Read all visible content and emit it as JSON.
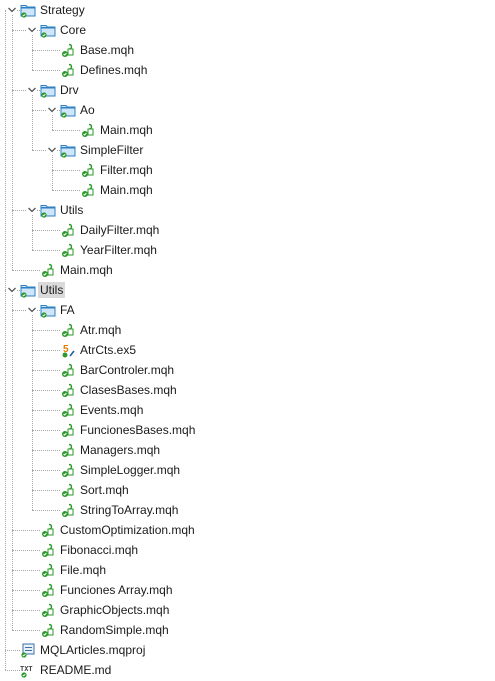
{
  "rows": [
    {
      "label": "Strategy",
      "type": "folder",
      "depth": 0,
      "expanded": true,
      "icon_name": "folder-icon"
    },
    {
      "label": "Core",
      "type": "folder",
      "depth": 1,
      "expanded": true,
      "icon_name": "folder-icon"
    },
    {
      "label": "Base.mqh",
      "type": "file",
      "depth": 2,
      "icon_name": "mqh-file-icon"
    },
    {
      "label": "Defines.mqh",
      "type": "file",
      "depth": 2,
      "icon_name": "mqh-file-icon"
    },
    {
      "label": "Drv",
      "type": "folder",
      "depth": 1,
      "expanded": true,
      "icon_name": "folder-icon"
    },
    {
      "label": "Ao",
      "type": "folder",
      "depth": 2,
      "expanded": true,
      "icon_name": "folder-icon"
    },
    {
      "label": "Main.mqh",
      "type": "file",
      "depth": 3,
      "icon_name": "mqh-file-icon"
    },
    {
      "label": "SimpleFilter",
      "type": "folder",
      "depth": 2,
      "expanded": true,
      "icon_name": "folder-icon"
    },
    {
      "label": "Filter.mqh",
      "type": "file",
      "depth": 3,
      "icon_name": "mqh-file-icon"
    },
    {
      "label": "Main.mqh",
      "type": "file",
      "depth": 3,
      "icon_name": "mqh-file-icon"
    },
    {
      "label": "Utils",
      "type": "folder",
      "depth": 1,
      "expanded": true,
      "icon_name": "folder-icon"
    },
    {
      "label": "DailyFilter.mqh",
      "type": "file",
      "depth": 2,
      "icon_name": "mqh-file-icon"
    },
    {
      "label": "YearFilter.mqh",
      "type": "file",
      "depth": 2,
      "icon_name": "mqh-file-icon"
    },
    {
      "label": "Main.mqh",
      "type": "file",
      "depth": 1,
      "icon_name": "mqh-file-icon"
    },
    {
      "label": "Utils",
      "type": "folder",
      "depth": 0,
      "expanded": true,
      "selected": true,
      "icon_name": "folder-icon"
    },
    {
      "label": "FA",
      "type": "folder",
      "depth": 1,
      "expanded": true,
      "icon_name": "folder-icon"
    },
    {
      "label": "Atr.mqh",
      "type": "file",
      "depth": 2,
      "icon_name": "mqh-file-icon"
    },
    {
      "label": "AtrCts.ex5",
      "type": "ex5",
      "depth": 2,
      "icon_name": "ex5-file-icon"
    },
    {
      "label": "BarControler.mqh",
      "type": "file",
      "depth": 2,
      "icon_name": "mqh-file-icon"
    },
    {
      "label": "ClasesBases.mqh",
      "type": "file",
      "depth": 2,
      "icon_name": "mqh-file-icon"
    },
    {
      "label": "Events.mqh",
      "type": "file",
      "depth": 2,
      "icon_name": "mqh-file-icon"
    },
    {
      "label": "FuncionesBases.mqh",
      "type": "file",
      "depth": 2,
      "icon_name": "mqh-file-icon"
    },
    {
      "label": "Managers.mqh",
      "type": "file",
      "depth": 2,
      "icon_name": "mqh-file-icon"
    },
    {
      "label": "SimpleLogger.mqh",
      "type": "file",
      "depth": 2,
      "icon_name": "mqh-file-icon"
    },
    {
      "label": "Sort.mqh",
      "type": "file",
      "depth": 2,
      "icon_name": "mqh-file-icon"
    },
    {
      "label": "StringToArray.mqh",
      "type": "file",
      "depth": 2,
      "icon_name": "mqh-file-icon"
    },
    {
      "label": "CustomOptimization.mqh",
      "type": "file",
      "depth": 1,
      "icon_name": "mqh-file-icon"
    },
    {
      "label": "Fibonacci.mqh",
      "type": "file",
      "depth": 1,
      "icon_name": "mqh-file-icon"
    },
    {
      "label": "File.mqh",
      "type": "file",
      "depth": 1,
      "icon_name": "mqh-file-icon"
    },
    {
      "label": "Funciones Array.mqh",
      "type": "file",
      "depth": 1,
      "icon_name": "mqh-file-icon"
    },
    {
      "label": "GraphicObjects.mqh",
      "type": "file",
      "depth": 1,
      "icon_name": "mqh-file-icon"
    },
    {
      "label": "RandomSimple.mqh",
      "type": "file",
      "depth": 1,
      "icon_name": "mqh-file-icon"
    },
    {
      "label": "MQLArticles.mqproj",
      "type": "project",
      "depth": 0,
      "icon_name": "project-file-icon"
    },
    {
      "label": "README.md",
      "type": "text",
      "depth": 0,
      "icon_name": "text-file-icon"
    }
  ],
  "colors": {
    "folder_fill": "#cfe5f9",
    "folder_stroke": "#2f7fc1",
    "file_accent": "#2b9a2b",
    "selected_bg": "#d9d9d9",
    "ex5_accent": "#e07b00",
    "guide_line": "#a8a8a8"
  }
}
